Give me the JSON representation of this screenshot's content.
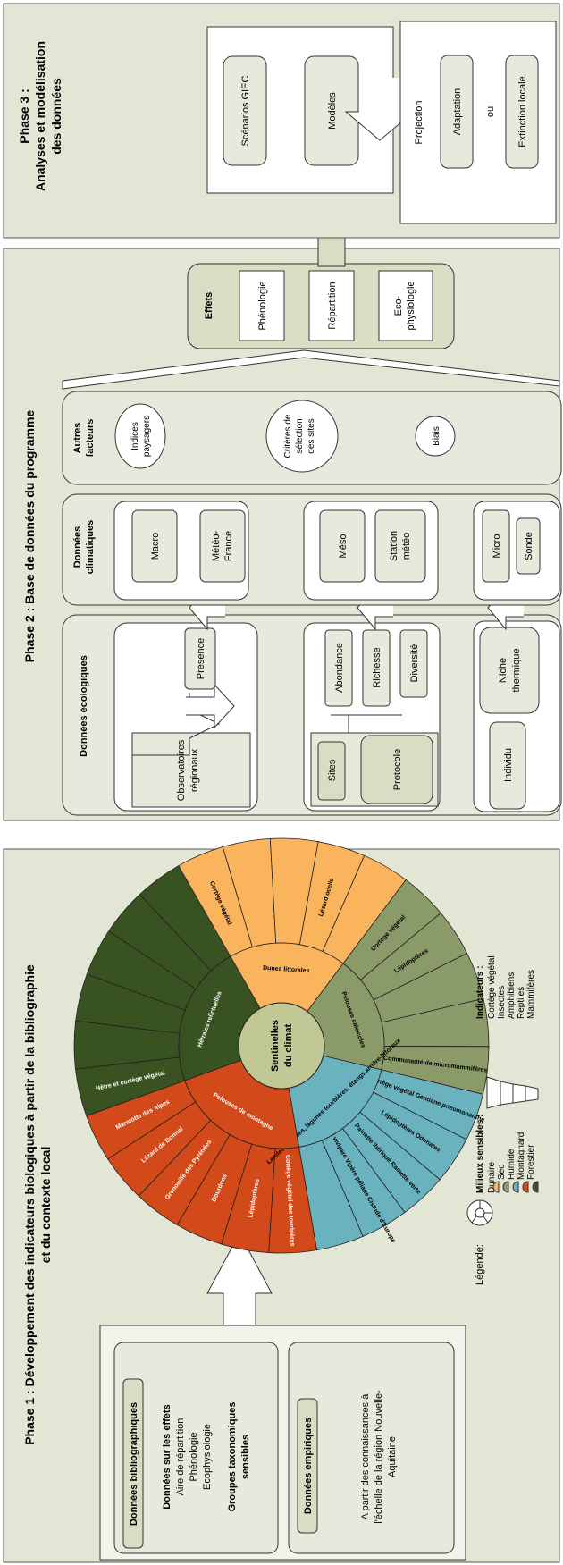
{
  "phase1": {
    "title_line1": "Phase 1 : Développement des indicateurs biologiques à partir de la bibliographie",
    "title_line2": "et du contexte local",
    "biblio": {
      "header": "Données bibliographiques",
      "effects_title": "Données sur les effets",
      "effects": [
        "Aire de répartition",
        "Phénologie",
        "Ecophysiologie"
      ],
      "groups_line1": "Groupes taxonomiques",
      "groups_line2": "sensibles"
    },
    "empirical": {
      "header": "Données empiriques",
      "text_lines": [
        "A partir des connaissances à",
        "l'échelle de la région Nouvelle-",
        "Aquitaine"
      ]
    },
    "wheel": {
      "center_line1": "Sentinelles",
      "center_line2": "du climat",
      "milieux": [
        {
          "key": "dunes",
          "label": "Dunes littorales",
          "color": "#fbb45e"
        },
        {
          "key": "pelouses",
          "label": "Pelouses calcicoles",
          "color": "#8a9a69"
        },
        {
          "key": "landes",
          "label": "Landes humides, lagunes tourbières, étangs arrière-littoraux",
          "color": "#6ab2bd"
        },
        {
          "key": "montagne",
          "label": "Pelouses de montagne",
          "color": "#d2491a"
        },
        {
          "key": "hetraies",
          "label": "Hêtraies relictuelles",
          "color": "#385321"
        }
      ],
      "indicators": [
        {
          "label": "Cortège végétal",
          "milieu": "dunes"
        },
        {
          "label": "",
          "milieu": "dunes"
        },
        {
          "label": "",
          "milieu": "dunes"
        },
        {
          "label": "Lézard ocellé",
          "milieu": "dunes"
        },
        {
          "label": "",
          "milieu": "dunes"
        },
        {
          "label": "Cortège végétal",
          "milieu": "pelouses"
        },
        {
          "label": "Lépidoptères",
          "milieu": "pelouses"
        },
        {
          "label": "",
          "milieu": "pelouses"
        },
        {
          "label": "",
          "milieu": "pelouses"
        },
        {
          "label": "Communauté de micromammifères",
          "milieu": "pelouses"
        },
        {
          "label": "Cortège végétal Gentiane pneumonanthe",
          "milieu": "landes"
        },
        {
          "label": "Lépidoptères Odonates",
          "milieu": "landes"
        },
        {
          "label": "Rainette ibérique Rainette verte",
          "milieu": "landes"
        },
        {
          "label": "Lézard vivipare Vipère péliade Cistude d'Europe",
          "milieu": "landes"
        },
        {
          "label": "",
          "milieu": "landes"
        },
        {
          "label": "Cortège végétal des tourbières",
          "milieu": "montagne"
        },
        {
          "label": "Lépidoptères",
          "milieu": "montagne"
        },
        {
          "label": "Bourdons",
          "milieu": "montagne"
        },
        {
          "label": "Grenouille des Pyrénées",
          "milieu": "montagne"
        },
        {
          "label": "Lézard de Bonnal",
          "milieu": "montagne"
        },
        {
          "label": "Marmotte des Alpes",
          "milieu": "montagne"
        },
        {
          "label": "Hêtre et cortège végétal",
          "milieu": "hetraies"
        },
        {
          "label": "",
          "milieu": "hetraies"
        },
        {
          "label": "",
          "milieu": "hetraies"
        },
        {
          "label": "",
          "milieu": "hetraies"
        },
        {
          "label": "",
          "milieu": "hetraies"
        },
        {
          "label": "",
          "milieu": "hetraies"
        }
      ]
    },
    "legend": {
      "label": "Légende:",
      "milieux_title": "Milieux sensibles :",
      "milieux": [
        "Dunaire",
        "Sec",
        "Humide",
        "Montagnard",
        "Forestier"
      ],
      "indicateurs_title": "Indicateurs :",
      "indicateurs": [
        "Cortège végétal",
        "Insectes",
        "Amphibiens",
        "Reptiles",
        "Mammifères"
      ]
    }
  },
  "phase2": {
    "title": "Phase 2 : Base de données du programme",
    "eco": {
      "header": "Données écologiques",
      "observatoires": [
        "Observatoires",
        "régionaux"
      ],
      "presence": "Présence",
      "sites": "Sites",
      "protocole": "Protocole",
      "abondance": "Abondance",
      "richesse": "Richesse",
      "diversite": "Diversité",
      "individu": "Individu",
      "niche": [
        "Niche",
        "thermique"
      ]
    },
    "climat": {
      "header": [
        "Données",
        "climatiques"
      ],
      "macro": "Macro",
      "meteo_france": [
        "Météo-",
        "France"
      ],
      "meso": "Méso",
      "station": [
        "Station",
        "météo"
      ],
      "micro": "Micro",
      "sonde": "Sonde"
    },
    "autres": {
      "header": [
        "Autres",
        "facteurs"
      ],
      "indices": [
        "Indices",
        "paysagers"
      ],
      "criteres": [
        "Critères de",
        "sélection",
        "des sites"
      ],
      "biais": "Biais"
    },
    "effets": {
      "header": "Effets",
      "items": [
        [
          "Phénologie"
        ],
        [
          "Répartition"
        ],
        [
          "Eco-",
          "physiologie"
        ]
      ]
    }
  },
  "phase3": {
    "title_line1": "Phase 3 :",
    "title_line2": "Analyses et modélisation",
    "title_line3": "des données",
    "scenarios": "Scénarios GIEC",
    "modeles": "Modèles",
    "projection": "Projection",
    "adaptation": "Adaptation",
    "ou": "ou",
    "extinction": "Extinction locale"
  },
  "colors": {
    "panel": "#e3e5d5",
    "box": "#dadcc4",
    "dunes": "#fbb45e",
    "pelouses": "#8a9a69",
    "landes": "#6ab2bd",
    "montagne": "#d2491a",
    "hetraies": "#385321",
    "center": "#c2c895"
  }
}
